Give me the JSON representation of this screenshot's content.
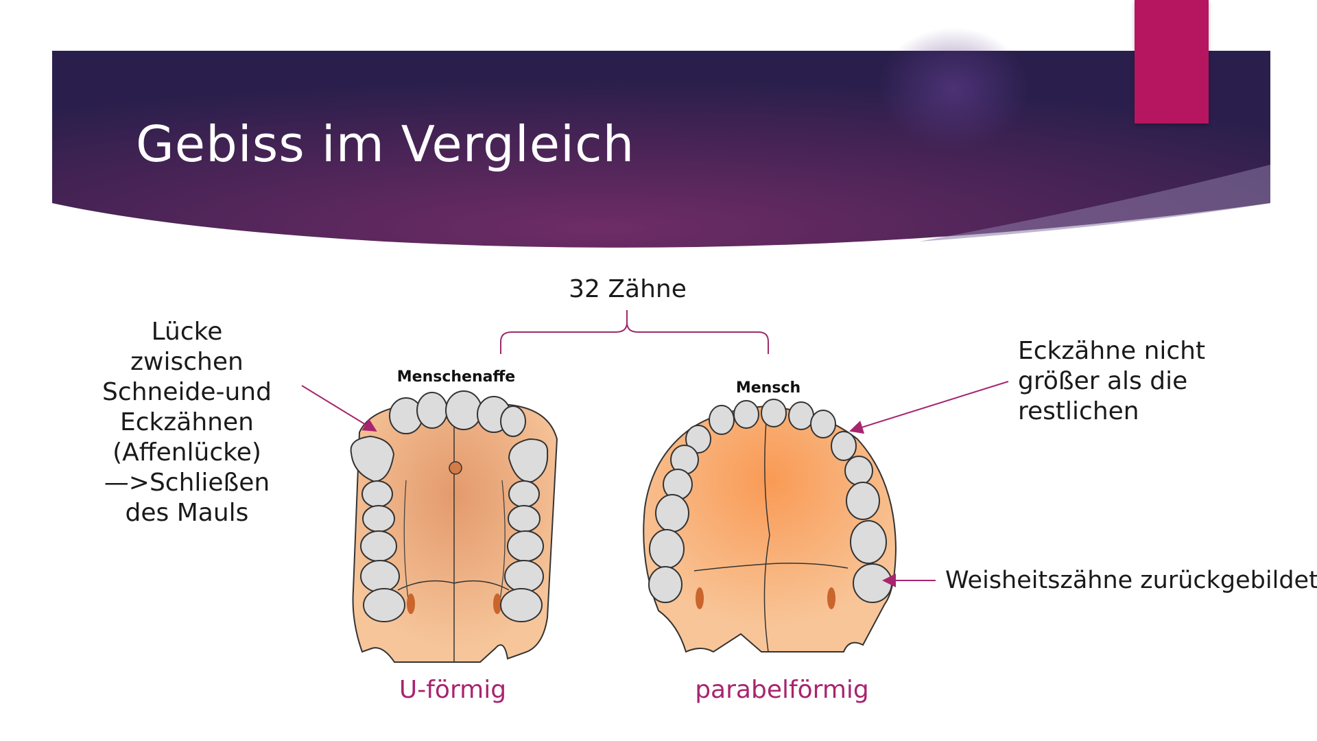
{
  "title": "Gebiss im Vergleich",
  "brace_label": "32 Zähne",
  "left_skull": {
    "name": "Menschenaffe",
    "shape": "U-förmig"
  },
  "right_skull": {
    "name": "Mensch",
    "shape": "parabelförmig"
  },
  "annotations": {
    "left": [
      "Lücke",
      "zwischen",
      "Schneide-und",
      "Eckzähnen",
      "(Affenlücke)",
      "—>Schließen",
      "des Mauls"
    ],
    "top_right": [
      "Eckzähne nicht",
      "größer als die",
      "restlichen"
    ],
    "bottom_right": "Weisheitszähne zurückgebildet"
  },
  "colors": {
    "header_dark": "#2b1f4e",
    "header_mid": "#6a2b64",
    "accent": "#b5165f",
    "pink_text": "#a8246e",
    "tooth": "#d9d9d9",
    "palate": "#f3b183"
  }
}
